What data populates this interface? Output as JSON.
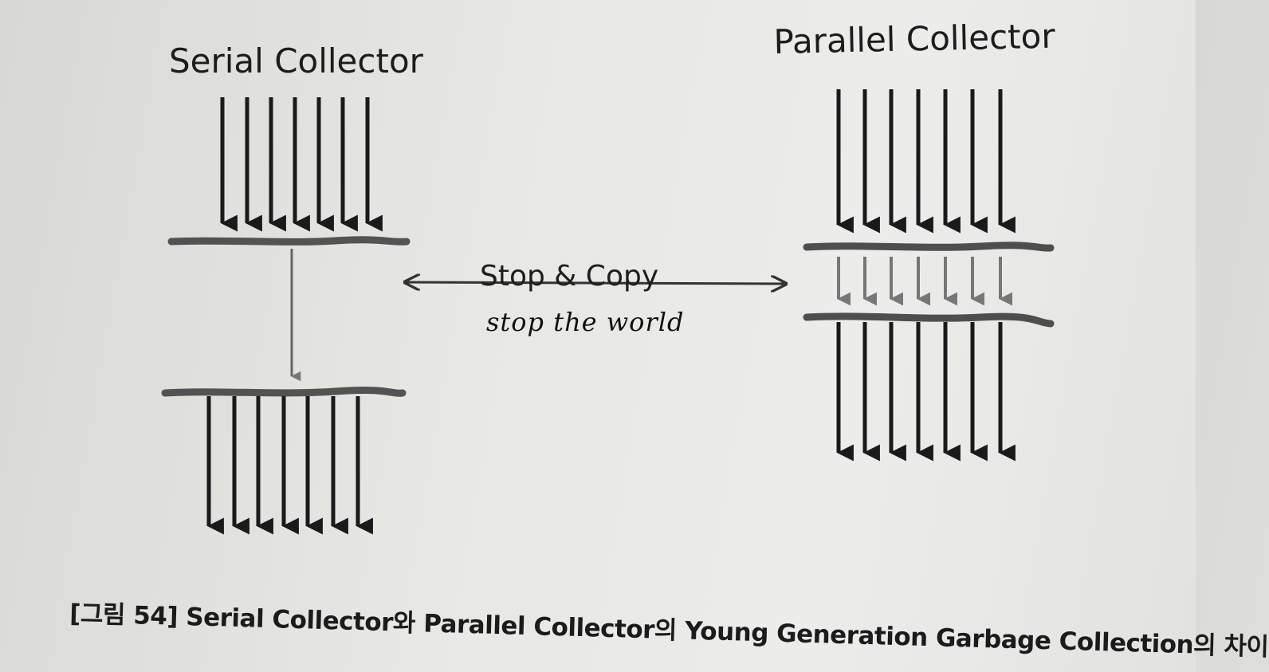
{
  "diagram": {
    "serial_title": "Serial Collector",
    "parallel_title": "Parallel Collector",
    "center_label": "Stop & Copy",
    "handwritten_note": "stop the world",
    "caption": "[그림 54] Serial Collector와 Parallel Collector의 Young Generation Garbage Collection의 차이"
  },
  "colors": {
    "ink": "#1a1a1a",
    "pencil": "#555555",
    "background": "#e6e6e3"
  }
}
